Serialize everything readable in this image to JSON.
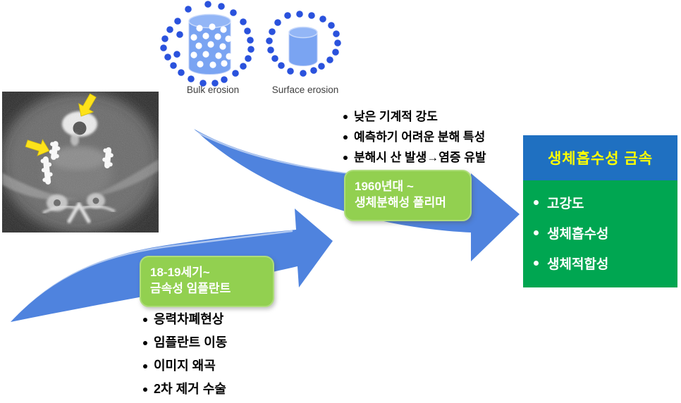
{
  "slide": {
    "erosion": {
      "bulk_label": "Bulk erosion",
      "surface_label": "Surface erosion"
    },
    "polymer": {
      "drawbacks": [
        "낮은 기계적 강도",
        "예측하기 어려운 분해 특성",
        "분해시 산 발생→염증 유발"
      ],
      "era_line1": "1960년대 ~",
      "era_line2": "생체분해성 폴리머"
    },
    "metal": {
      "era_line1": "18-19세기~",
      "era_line2": "금속성 임플란트",
      "drawbacks": [
        "응력차폐현상",
        "임플란트 이동",
        "이미지 왜곡",
        "2차 제거 수술"
      ]
    },
    "result": {
      "title": "생체흡수성 금속",
      "bullets": [
        "고강도",
        "생체흡수성",
        "생체적합성"
      ]
    },
    "colors": {
      "arrow_blue": "#4f83de",
      "particle_blue": "#2a52dd",
      "cylinder_blue": "#7aa4f2",
      "callout_green": "#92d050",
      "header_blue": "#1f70c1",
      "body_green": "#00a651",
      "title_yellow": "#ffff00",
      "ct_arrow_yellow": "#fde21a"
    }
  }
}
